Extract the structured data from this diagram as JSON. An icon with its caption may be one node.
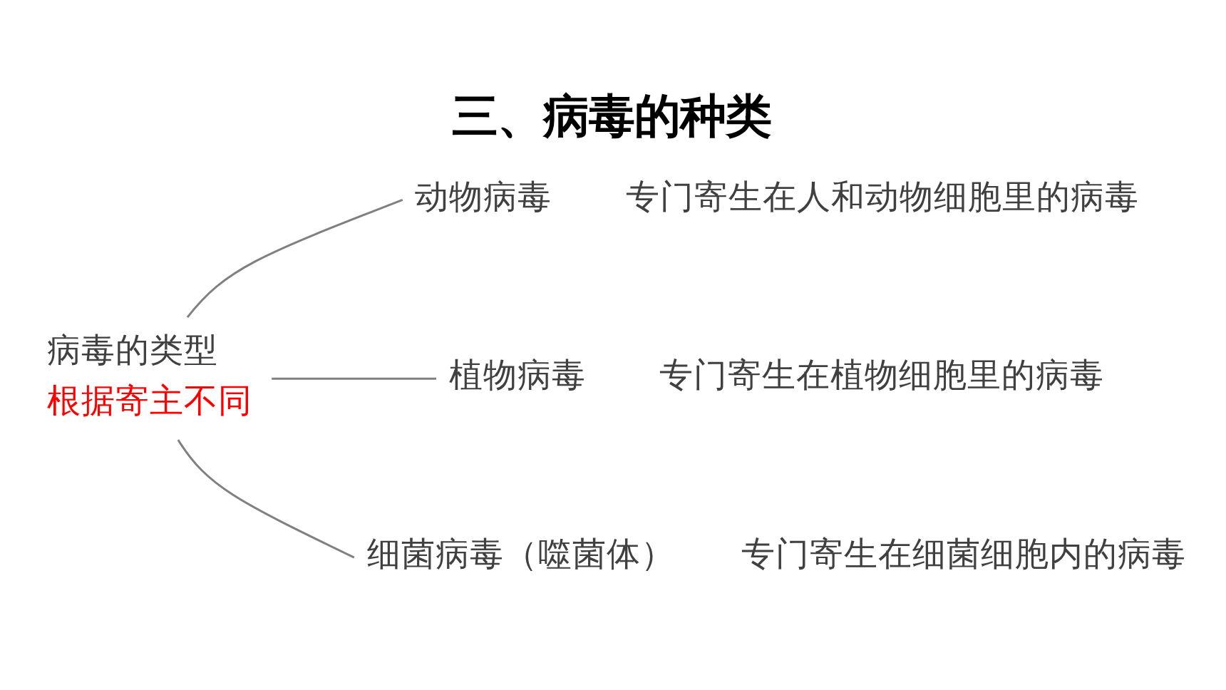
{
  "diagram": {
    "title": "三、病毒的种类",
    "nodes": [
      {
        "text": [
          "病毒的类型",
          "根据寄主不同"
        ]
      },
      {
        "text": [
          "动物病毒"
        ],
        "beside": [
          "专门寄生在人和动物细胞里的病毒"
        ]
      },
      {
        "text": [
          "植物病毒"
        ],
        "beside": [
          "专门寄生在植物细胞里的病毒"
        ]
      },
      {
        "text": [
          "细菌病毒（噬菌体）"
        ],
        "beside": [
          "专门寄生在细菌细胞内的病毒"
        ]
      }
    ],
    "edges": [
      {
        "from": 0,
        "to": 1,
        "arrow": "none"
      },
      {
        "from": 0,
        "to": 2,
        "arrow": "none"
      },
      {
        "from": 0,
        "to": 3,
        "arrow": "none"
      }
    ]
  }
}
